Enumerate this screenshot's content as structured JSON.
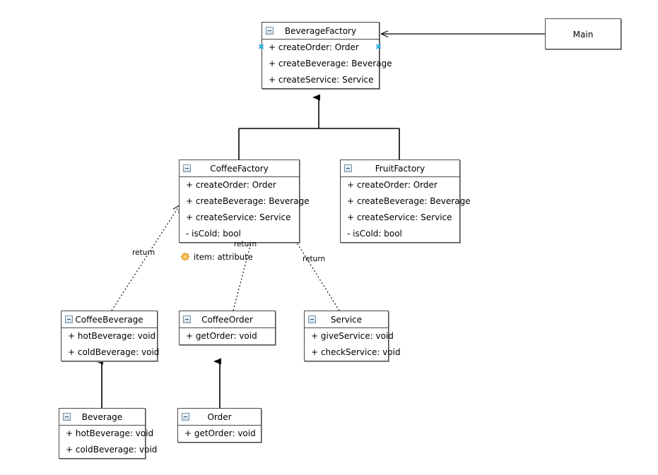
{
  "diagram": {
    "type": "uml-class-diagram",
    "background": "#ffffff",
    "line_color": "#000000",
    "box_border_color": "#4a4a4a",
    "accent_handle_color": "#29a8e0",
    "attribute_icon_color": "#e8a63a"
  },
  "classes": [
    {
      "id": "beverage-factory",
      "name": "BeverageFactory",
      "selected": true,
      "collapse_icon": "collapse-minus-icon",
      "members": [
        "+ createOrder: Order",
        "+ createBeverage: Beverage",
        "+ createService: Service"
      ]
    },
    {
      "id": "coffee-factory",
      "name": "CoffeeFactory",
      "selected": false,
      "collapse_icon": "collapse-minus-icon",
      "members": [
        "+ createOrder: Order",
        "+ createBeverage: Beverage",
        "+ createService: Service",
        "- isCold: bool"
      ]
    },
    {
      "id": "fruit-factory",
      "name": "FruitFactory",
      "selected": false,
      "collapse_icon": "collapse-minus-icon",
      "members": [
        "+ createOrder: Order",
        "+ createBeverage: Beverage",
        "+ createService: Service",
        "- isCold: bool"
      ]
    },
    {
      "id": "coffee-beverage",
      "name": "CoffeeBeverage",
      "selected": false,
      "collapse_icon": "collapse-minus-icon",
      "members": [
        "+ hotBeverage: void",
        "+ coldBeverage: void"
      ]
    },
    {
      "id": "coffee-order",
      "name": "CoffeeOrder",
      "selected": false,
      "collapse_icon": "collapse-minus-icon",
      "members": [
        "+ getOrder: void"
      ]
    },
    {
      "id": "service",
      "name": "Service",
      "selected": false,
      "collapse_icon": "collapse-minus-icon",
      "members": [
        "+ giveService: void",
        "+ checkService: void"
      ]
    },
    {
      "id": "beverage",
      "name": "Beverage",
      "selected": false,
      "collapse_icon": "collapse-minus-icon",
      "members": [
        "+ hotBeverage: void",
        "+ coldBeverage: void"
      ]
    },
    {
      "id": "order",
      "name": "Order",
      "selected": false,
      "collapse_icon": "collapse-minus-icon",
      "members": [
        "+ getOrder: void"
      ]
    }
  ],
  "plain_boxes": [
    {
      "id": "main",
      "label": "Main"
    }
  ],
  "notes": [
    {
      "id": "item-attribute",
      "icon": "attribute-star-icon",
      "label": "item: attribute"
    }
  ],
  "edge_labels": {
    "coffee_beverage_return": "return",
    "coffee_order_return": "return",
    "service_return": "return"
  },
  "relationships": [
    {
      "from": "main",
      "to": "beverage-factory",
      "kind": "association",
      "arrow": "open-solid"
    },
    {
      "from": "coffee-factory",
      "to": "beverage-factory",
      "kind": "generalization",
      "arrow": "filled-solid"
    },
    {
      "from": "fruit-factory",
      "to": "beverage-factory",
      "kind": "generalization",
      "arrow": "filled-solid"
    },
    {
      "from": "coffee-beverage",
      "to": "coffee-factory",
      "kind": "dependency",
      "arrow": "open-dashed",
      "label": "return"
    },
    {
      "from": "coffee-order",
      "to": "coffee-factory",
      "kind": "dependency",
      "arrow": "open-dashed",
      "label": "return"
    },
    {
      "from": "service",
      "to": "coffee-factory",
      "kind": "dependency",
      "arrow": "open-dashed",
      "label": "return"
    },
    {
      "from": "beverage",
      "to": "coffee-beverage",
      "kind": "generalization",
      "arrow": "filled-solid"
    },
    {
      "from": "order",
      "to": "coffee-order",
      "kind": "generalization",
      "arrow": "filled-solid"
    }
  ]
}
